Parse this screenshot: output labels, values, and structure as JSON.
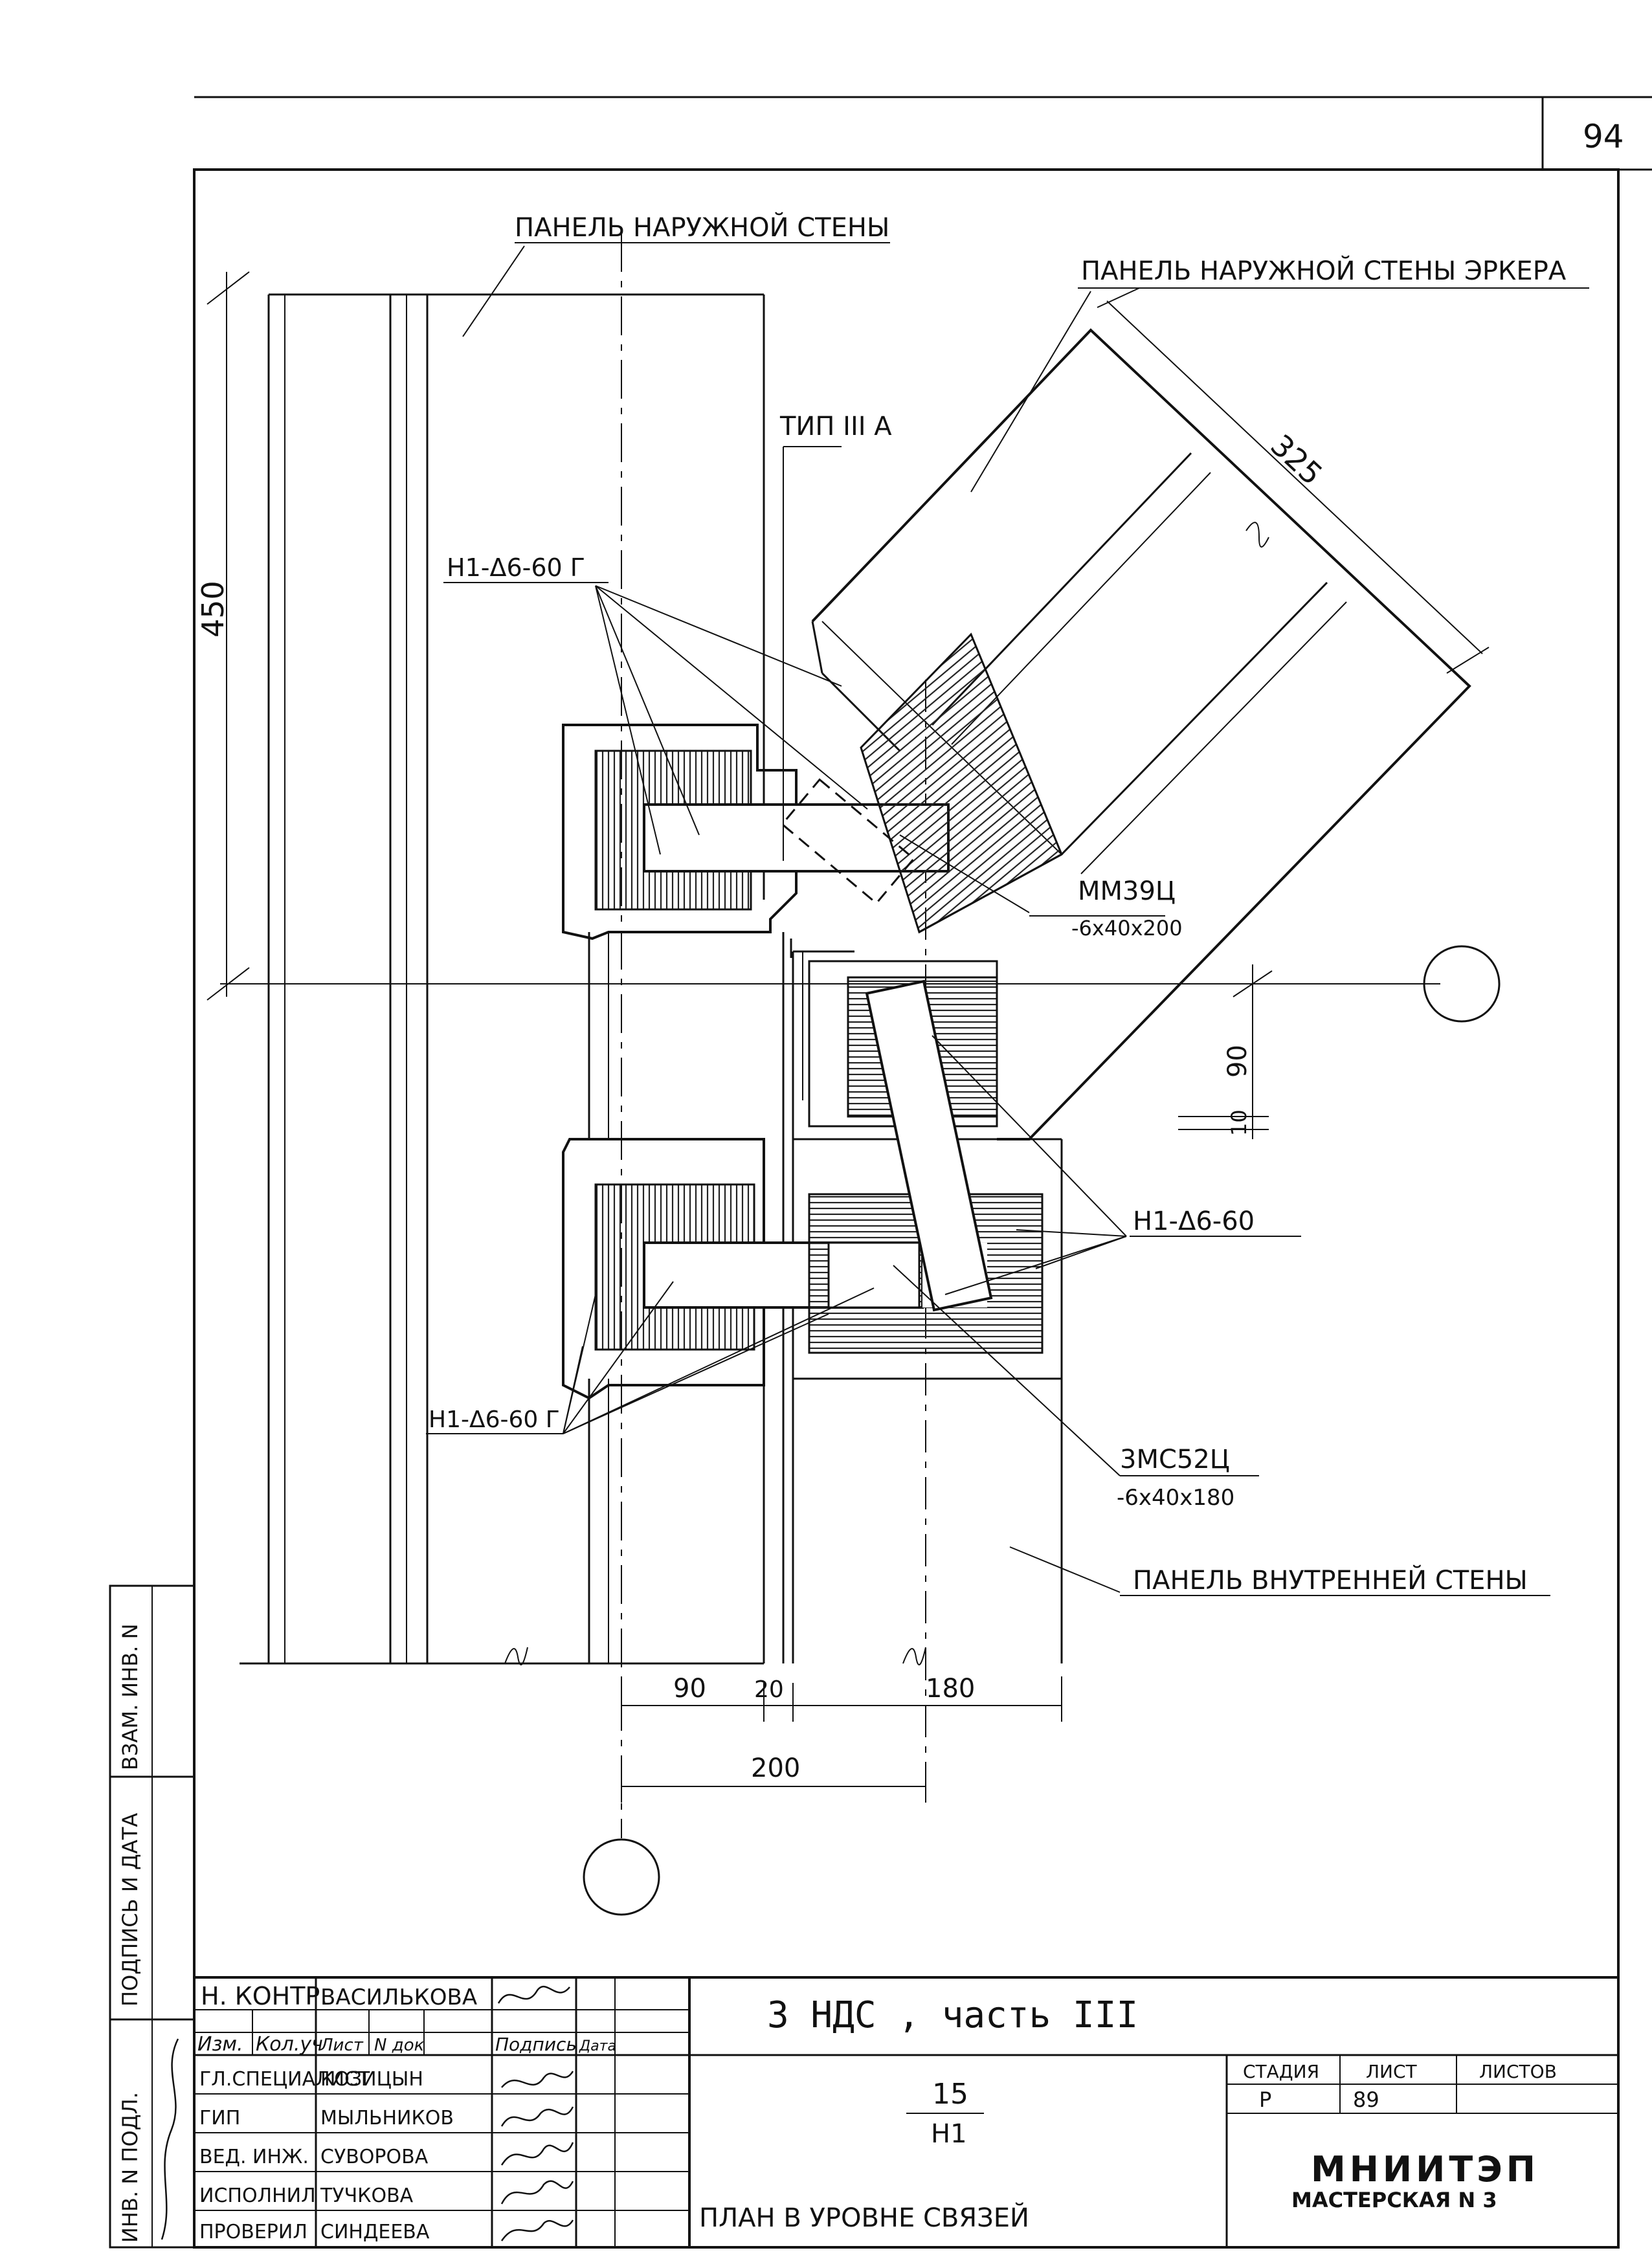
{
  "sheet_number": "94",
  "labels": {
    "outer_wall_panel": "ПАНЕЛЬ НАРУЖНОЙ СТЕНЫ",
    "bay_wall_panel": "ПАНЕЛЬ НАРУЖНОЙ СТЕНЫ ЭРКЕРА",
    "type": "ТИП III А",
    "inner_wall_panel": "ПАНЕЛЬ ВНУТРЕННЕЙ СТЕНЫ",
    "weld_top": "Н1-Δ6-60 Г",
    "weld_right": "Н1-Δ6-60",
    "weld_bottom": "Н1-Δ6-60 Г",
    "mm39": "ММ39Ц",
    "mm39_spec": "-6x40x200",
    "mc52": "3МС52Ц",
    "mc52_spec": "-6x40x180"
  },
  "dimensions": {
    "d450": "450",
    "d325": "325",
    "d90_vertical": "90",
    "d10": "10",
    "d90": "90",
    "d20": "20",
    "d180": "180",
    "d200": "200"
  },
  "title_block": {
    "side_labels": [
      "ИНВ. N ПОДЛ.",
      "ПОДПИСЬ И ДАТА",
      "ВЗАМ. ИНВ. N"
    ],
    "header_cols": [
      "Изм.",
      "Кол.уч",
      "Лист",
      "N док",
      "Подпись",
      "Дата"
    ],
    "n_kontr_role": "Н. КОНТР.",
    "n_kontr_name": "ВАСИЛЬКОВА",
    "staff": [
      {
        "role": "ГЛ.СПЕЦИАЛИСТ",
        "name": "КОЗИЦЫН"
      },
      {
        "role": "ГИП",
        "name": "МЫЛЬНИКОВ"
      },
      {
        "role": "ВЕД. ИНЖ.",
        "name": "СУВОРОВА"
      },
      {
        "role": "ИСПОЛНИЛ",
        "name": "ТУЧКОВА"
      },
      {
        "role": "ПРОВЕРИЛ",
        "name": "СИНДЕЕВА"
      }
    ],
    "project": "3 НДС , часть III",
    "node_num": "15",
    "node_code": "Н1",
    "drawing_title": "ПЛАН В УРОВНЕ СВЯЗЕЙ",
    "stage_label": "СТАДИЯ",
    "sheet_label": "ЛИСТ",
    "sheets_label": "ЛИСТОВ",
    "stage": "Р",
    "sheet": "89",
    "org_name": "МНИИТЭП",
    "org_workshop": "МАСТЕРСКАЯ N 3"
  }
}
